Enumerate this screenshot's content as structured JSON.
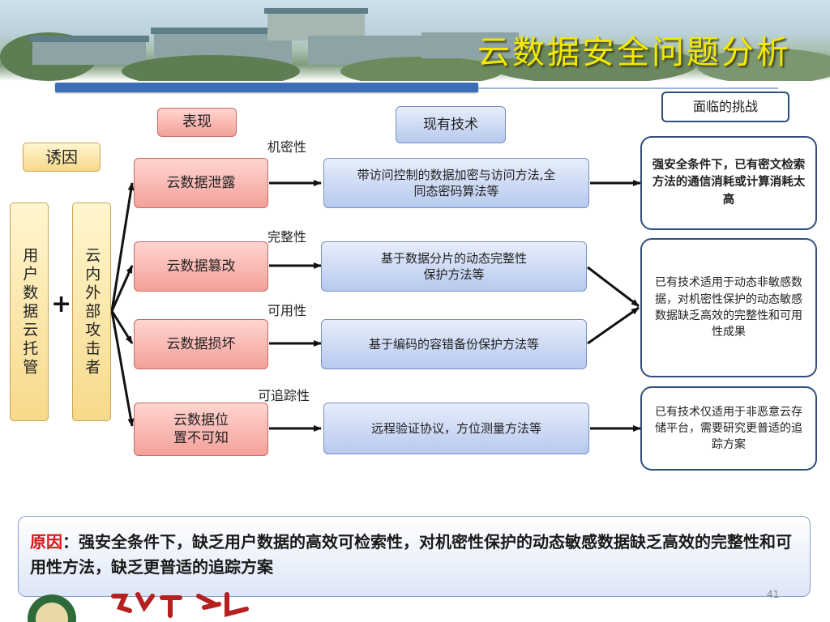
{
  "slide": {
    "title": "云数据安全问题分析",
    "page_number": "41"
  },
  "headers": {
    "manifestation": "表现",
    "existing_tech": "现有技术",
    "challenges": "面临的挑战",
    "cause": "诱因"
  },
  "left": {
    "user_data": "用户数据云托管",
    "plus": "+",
    "attacker": "云内外部攻击者"
  },
  "properties": [
    "机密性",
    "完整性",
    "可用性",
    "可追踪性"
  ],
  "issues": [
    "云数据泄露",
    "云数据篡改",
    "云数据损坏",
    "云数据位置不可知"
  ],
  "technologies": [
    "带访问控制的数据加密与访问方法,全同态密码算法等",
    "基于数据分片的动态完整性保护方法等",
    "基于编码的容错备份保护方法等",
    "远程验证协议，方位测量方法等"
  ],
  "challenges": [
    "强安全条件下，已有密文检索方法的通信消耗或计算消耗太高",
    "已有技术适用于动态非敏感数据，对机密性保护的动态敏感数据缺乏高效的完整性和可用性成果",
    "已有技术仅适用于非恶意云存储平台，需要研究更普适的追踪方案"
  ],
  "summary": {
    "lead": "原因",
    "text": "：强安全条件下，缺乏用户数据的高效可检索性，对机密性保护的动态敏感数据缺乏高效的完整性和可用性方法，缺乏更普适的追踪方案"
  },
  "colors": {
    "title": "#f2e800",
    "accent_bar": "#3a6fb8",
    "cause_label": "#e01010"
  }
}
